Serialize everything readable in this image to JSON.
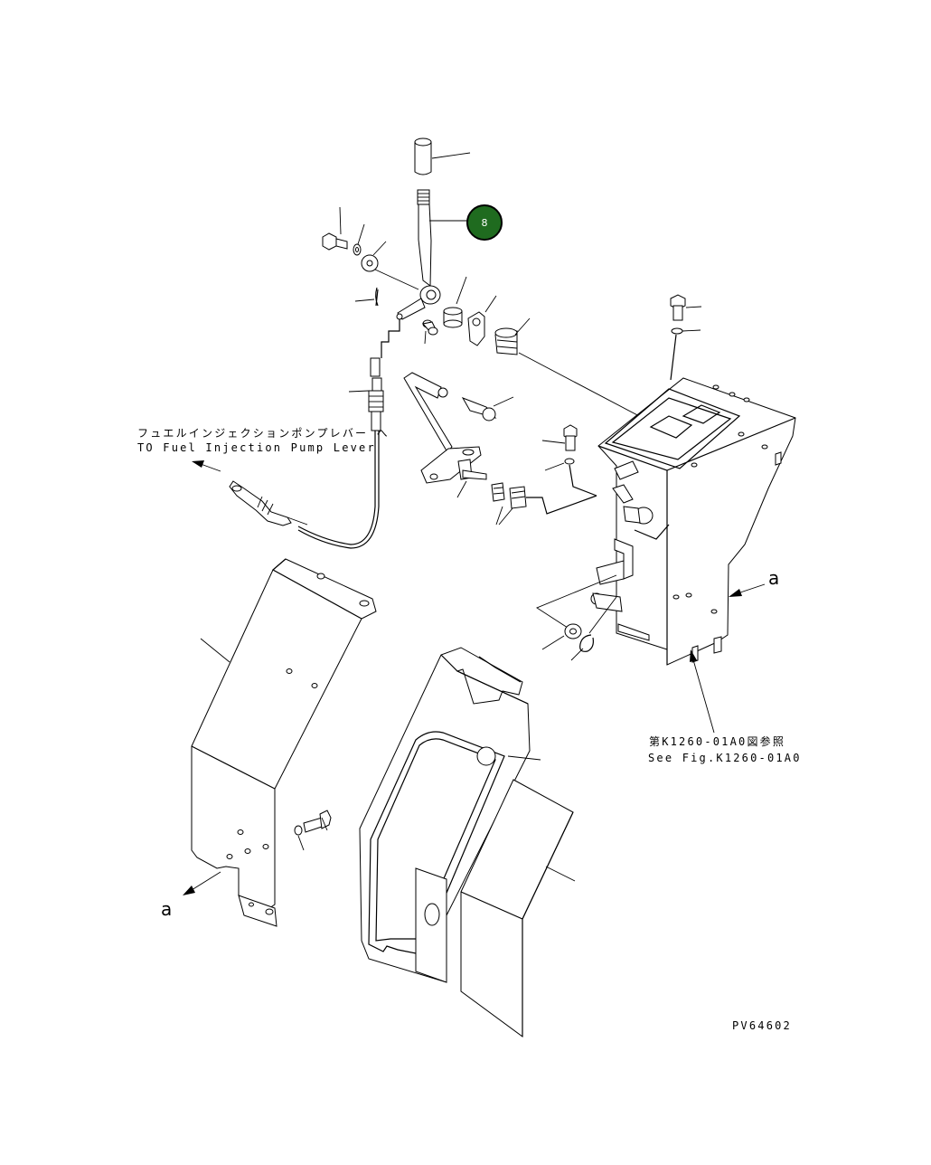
{
  "labels": {
    "fuel_jp": "フュエルインジェクションポンプレバー へ",
    "fuel_en": "TO Fuel Injection Pump Lever",
    "ref_jp": "第K1260-01A0図参照",
    "ref_en": "See Fig.K1260-01A0",
    "arrow_a_right": "a",
    "arrow_a_left": "a",
    "drawing_number": "PV64602",
    "callout_badge": "8"
  },
  "colors": {
    "badge_fill": "#1f6b1f",
    "badge_stroke": "#000000",
    "line": "#000000",
    "background": "#ffffff"
  }
}
